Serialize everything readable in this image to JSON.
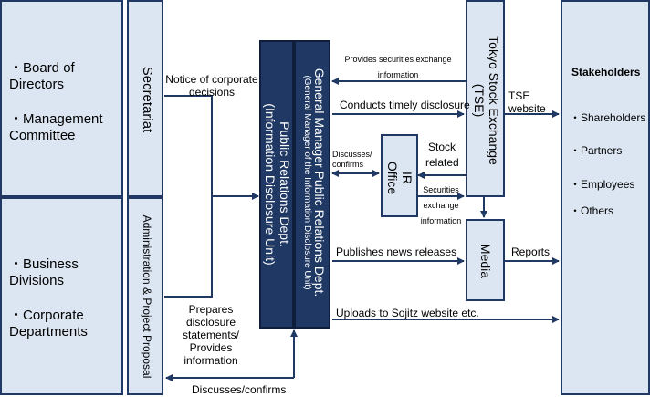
{
  "colors": {
    "box_fill": "#dce6f2",
    "box_border": "#1f3864",
    "dark_fill": "#1f3864",
    "line": "#1f3864"
  },
  "left": {
    "top_items": [
      "・Board of Directors",
      "・Management Committee"
    ],
    "bottom_items": [
      "・Business Divisions",
      "・Corporate Departments"
    ]
  },
  "secretariat": "Secretariat",
  "admin": "Administration & Project Proposal",
  "gm": {
    "title": "General Manager Public Relations Dept.",
    "subtitle": "(General Manager of the Information Disclosure Unit)"
  },
  "pr": {
    "title": "Public Relations Dept.",
    "subtitle": "(Information Disclosure Unit)"
  },
  "tse": "Tokyo Stock Exchange (TSE)",
  "ir": "IR Office",
  "media": "Media",
  "stakeholders": {
    "title": "Stakeholders",
    "items": [
      "・Shareholders",
      "・Partners",
      "・Employees",
      "・Others"
    ]
  },
  "labels": {
    "notice": "Notice of corporate decisions",
    "provides_info": "Provides securities exchange information",
    "timely": "Conducts timely disclosure",
    "tse_website": "TSE website",
    "discusses_confirms_small": "Discusses/ confirms",
    "stock_related": "Stock related",
    "securities_info": "Securities exchange information",
    "news": "Publishes news releases",
    "reports": "Reports",
    "uploads": "Uploads to Sojitz website etc.",
    "prepares": "Prepares disclosure statements/ Provides information",
    "discusses_bottom": "Discusses/confirms"
  }
}
